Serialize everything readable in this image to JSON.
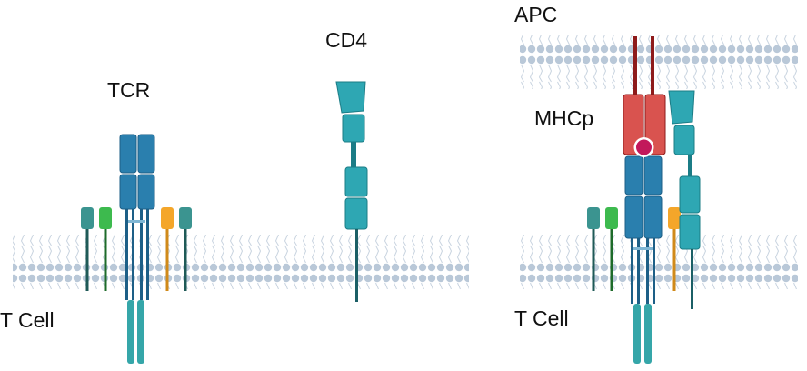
{
  "labels": {
    "tcr": "TCR",
    "cd4_left": "CD4",
    "t_cell_left": "T Cell",
    "apc": "APC",
    "mhcp": "MHCp",
    "t_cell_right": "T Cell"
  },
  "colors": {
    "membrane_bead": "#b9c8d8",
    "membrane_tail": "#c9d4e0",
    "tcr_blue": "#2a7fae",
    "tcr_blue_dark": "#1d5f87",
    "cd4_teal": "#2ea7b3",
    "cd4_teal_dark": "#1b7c86",
    "mhc_red": "#d9534f",
    "mhc_red_dark": "#8e1b1b",
    "peptide": "#c2185b",
    "cd3_slate": "#3b9490",
    "cd3_green": "#3dba4e",
    "cd3_orange": "#f4a62a",
    "tail_teal": "#35a6a9"
  }
}
